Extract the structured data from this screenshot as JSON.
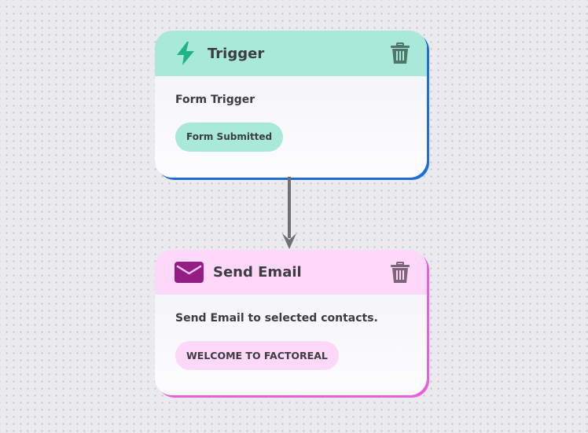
{
  "canvas": {
    "background": "#ebebef",
    "dot_color": "#c4c4c8"
  },
  "nodes": [
    {
      "type": "trigger",
      "title": "Trigger",
      "icon": "lightning-bolt-icon",
      "header_color": "#a8e9da",
      "border_color": "#1d6fd6",
      "description": "Form Trigger",
      "pill_label": "Form Submitted",
      "delete_icon": "trash-icon"
    },
    {
      "type": "action",
      "title": "Send Email",
      "icon": "envelope-icon",
      "header_color": "#fdd8f8",
      "border_color": "#e860df",
      "description": "Send Email to selected contacts.",
      "pill_label": "WELCOME TO FACTOREAL",
      "delete_icon": "trash-icon"
    }
  ],
  "edges": [
    {
      "from": "Trigger",
      "to": "Send Email",
      "color": "#707070"
    }
  ]
}
